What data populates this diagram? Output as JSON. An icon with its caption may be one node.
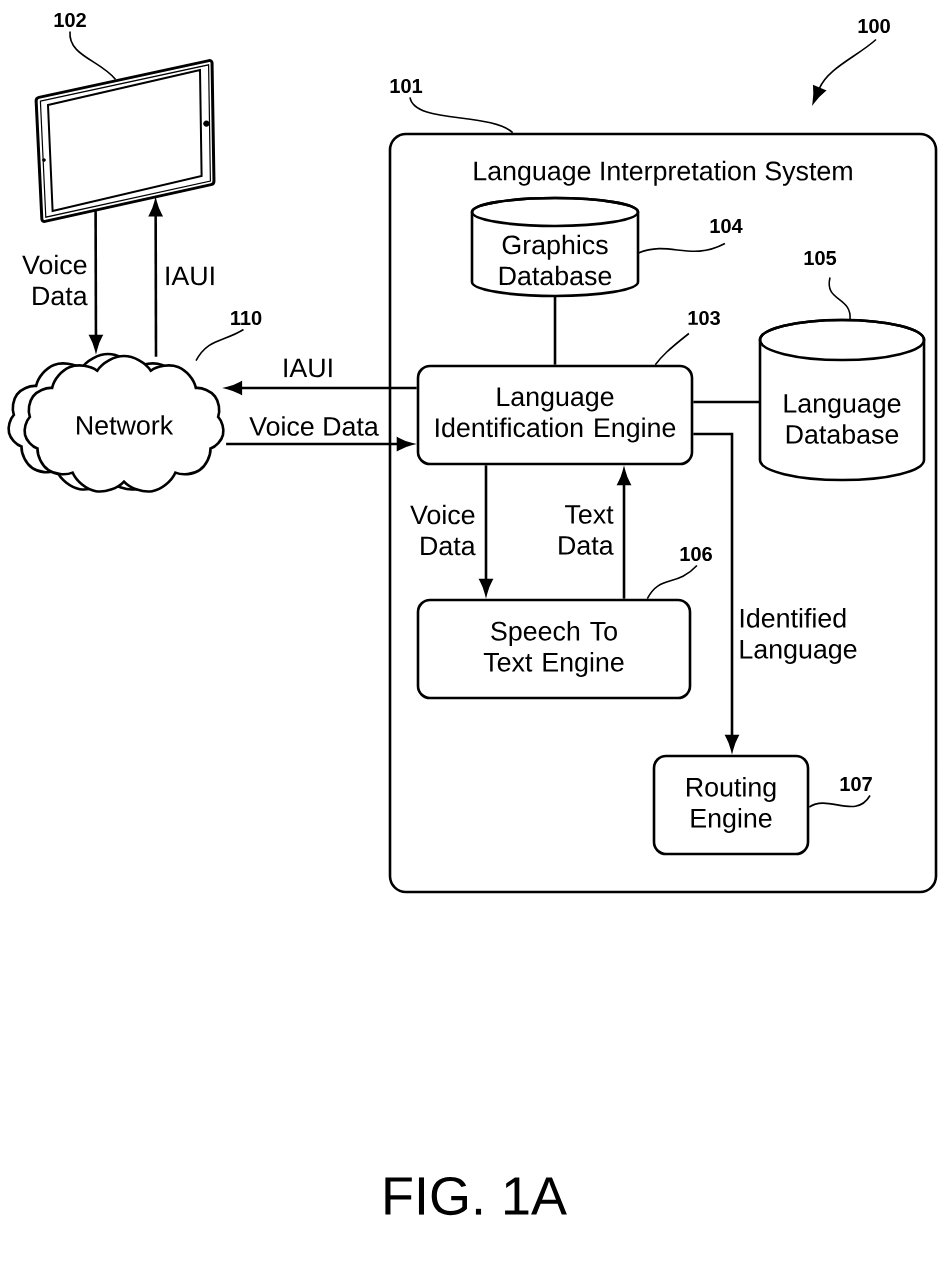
{
  "diagram": {
    "caption": "FIG. 1A",
    "nodes": [
      {
        "text": [
          "102"
        ]
      },
      {
        "text": [],
        "shape": "picture"
      },
      {
        "text": [
          "100"
        ]
      },
      {
        "text": [
          "101"
        ]
      },
      {
        "text": [
          "Language Interpretation System"
        ]
      },
      {
        "text": [
          "Graphics Database"
        ],
        "in": 4
      },
      {
        "text": [
          "104"
        ],
        "in": 4
      },
      {
        "text": [
          "105"
        ],
        "in": 4
      },
      {
        "text": [
          "103"
        ],
        "in": 4
      },
      {
        "text": [
          "Language Database"
        ],
        "in": 4
      },
      {
        "text": [
          "110"
        ]
      },
      {
        "text": [
          "Network"
        ]
      },
      {
        "text": [
          "Language Identification Engine"
        ],
        "in": 4
      },
      {
        "text": [
          "106"
        ],
        "in": 4
      },
      {
        "text": [
          "Speech To Text Engine"
        ],
        "in": 4
      },
      {
        "text": [
          "107"
        ],
        "in": 4
      },
      {
        "text": [
          "Routing Engine"
        ],
        "in": 4
      }
    ],
    "edges": [
      {
        "from": 0,
        "to": 1,
        "arrow": "none"
      },
      {
        "from": 2,
        "to": null,
        "arrow": "to"
      },
      {
        "from": 3,
        "to": 4,
        "arrow": "none"
      },
      {
        "from": 6,
        "to": 5,
        "arrow": "none"
      },
      {
        "from": 7,
        "to": 9,
        "arrow": "none"
      },
      {
        "from": 8,
        "to": 12,
        "arrow": "none"
      },
      {
        "from": 10,
        "to": 11,
        "arrow": "none"
      },
      {
        "from": 13,
        "to": 14,
        "arrow": "none"
      },
      {
        "from": 15,
        "to": 16,
        "arrow": "none"
      },
      {
        "from": 1,
        "to": 11,
        "arrow": "to",
        "label": "Voice Data"
      },
      {
        "from": 11,
        "to": 1,
        "arrow": "to",
        "label": "IAUI"
      },
      {
        "from": 12,
        "to": 11,
        "arrow": "to",
        "label": "IAUI"
      },
      {
        "from": 11,
        "to": 12,
        "arrow": "to",
        "label": "Voice Data"
      },
      {
        "from": 5,
        "to": 12,
        "arrow": "none"
      },
      {
        "from": 12,
        "to": 9,
        "arrow": "none"
      },
      {
        "from": 12,
        "to": 14,
        "arrow": "to",
        "label": "Voice Data"
      },
      {
        "from": 14,
        "to": 12,
        "arrow": "to",
        "label": "Text Data"
      },
      {
        "from": 12,
        "to": 16,
        "arrow": "to",
        "label": "Identified Language"
      }
    ]
  }
}
